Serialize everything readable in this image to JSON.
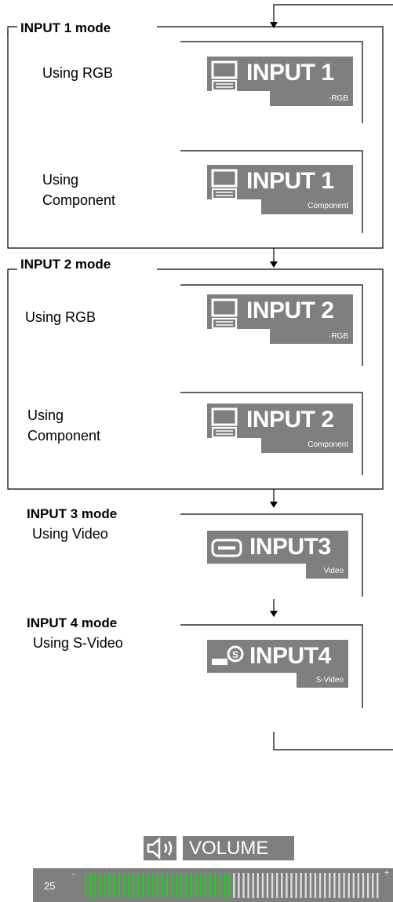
{
  "modes": [
    {
      "heading": "INPUT 1 mode",
      "cases": [
        {
          "label": "Using RGB",
          "osd_title": "INPUT 1",
          "osd_sub": "·RGB"
        },
        {
          "label": "Using\nComponent",
          "osd_title": "INPUT 1",
          "osd_sub": "Component"
        }
      ]
    },
    {
      "heading": "INPUT 2 mode",
      "cases": [
        {
          "label": "Using RGB",
          "osd_title": "INPUT 2",
          "osd_sub": "·RGB"
        },
        {
          "label": "Using\nComponent",
          "osd_title": "INPUT 2",
          "osd_sub": "Component"
        }
      ]
    },
    {
      "heading": "INPUT 3 mode",
      "cases": [
        {
          "label": "Using Video",
          "osd_title": "INPUT3",
          "osd_sub": "Video"
        }
      ]
    },
    {
      "heading": "INPUT 4 mode",
      "cases": [
        {
          "label": "Using S-Video",
          "osd_title": "INPUT4",
          "osd_sub": "S-Video"
        }
      ]
    }
  ],
  "volume": {
    "title": "VOLUME",
    "value": "25",
    "min_sign": "-",
    "max_sign": "+",
    "level_fraction": 0.5
  },
  "icons": {
    "computer": "computer-icon",
    "video": "video-icon",
    "svideo": "svideo-icon",
    "speaker": "speaker-icon"
  },
  "colors": {
    "osd_bg": "#7f7f7f",
    "osd_text": "#ffffff",
    "volume_active": "#22cc22",
    "volume_inactive": "#dddddd"
  }
}
